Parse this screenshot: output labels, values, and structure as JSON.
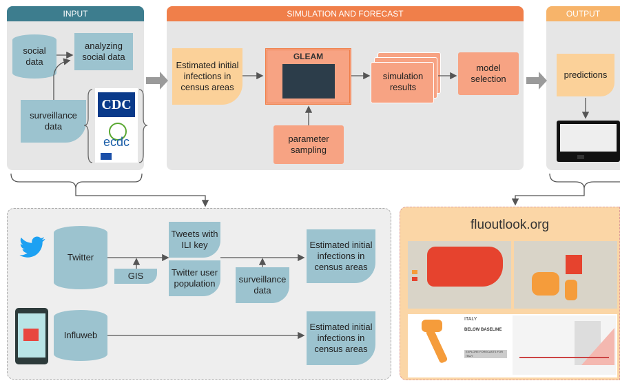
{
  "headers": {
    "input": "INPUT",
    "simulation": "SIMULATION AND FORECAST",
    "output": "OUTPUT"
  },
  "input": {
    "social_data": "social\ndata",
    "analyzing": "analyzing\nsocial data",
    "surveillance": "surveillance\ndata",
    "cdc_logo": "CDC",
    "ecdc_logo": "ecdc"
  },
  "simulation": {
    "estimated": "Estimated initial\ninfections in\ncensus areas",
    "gleam": "GLEAM",
    "results": "simulation\nresults",
    "selection": "model\nselection",
    "param": "parameter\nsampling"
  },
  "output": {
    "predictions": "predictions"
  },
  "bottom_left": {
    "twitter": "Twitter",
    "tweets": "Tweets with\nILI key",
    "gis": "GIS",
    "population": "Twitter user\npopulation",
    "surveillance": "surveillance\ndata",
    "estimated1": "Estimated initial\ninfections in\ncensus areas",
    "influweb": "Influweb",
    "estimated2": "Estimated initial\ninfections in\ncensus areas"
  },
  "bottom_right": {
    "site": "fluoutlook.org",
    "country": "ITALY",
    "status": "BELOW BASELINE",
    "button": "EXPLORE FORECASTS FOR ITALY"
  },
  "colors": {
    "teal": "#3d7d8e",
    "orange": "#f07f4a",
    "light_orange": "#f7b46a",
    "twitter_blue": "#1da1f2"
  }
}
